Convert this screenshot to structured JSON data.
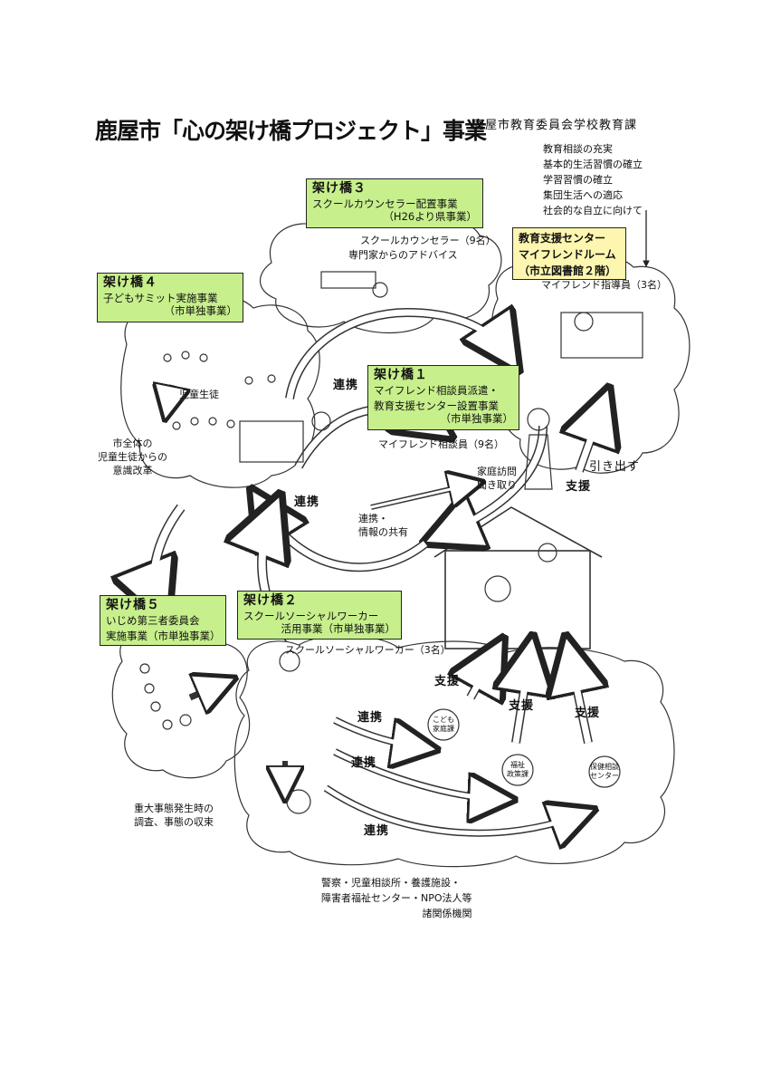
{
  "title": "鹿屋市「心の架け橋プロジェクト」事業",
  "department": "鹿屋市教育委員会学校教育課",
  "goals": [
    "教育相談の充実",
    "基本的生活習慣の確立",
    "学習習慣の確立",
    "集団生活への適応",
    "社会的な自立に向けて"
  ],
  "bridges": {
    "b3": {
      "title": "架け橋３",
      "line1": "スクールカウンセラー配置事業",
      "line2": "（H26より県事業）"
    },
    "b4": {
      "title": "架け橋４",
      "line1": "子どもサミット実施事業",
      "line2": "（市単独事業）"
    },
    "b1": {
      "title": "架け橋１",
      "line1": "マイフレンド相談員派遣・",
      "line2": "教育支援センター設置事業",
      "line3": "（市単独事業）"
    },
    "b5": {
      "title": "架け橋５",
      "line1": "いじめ第三者委員会",
      "line2": "実施事業（市単独事業）"
    },
    "b2": {
      "title": "架け橋２",
      "line1": "スクールソーシャルワーカー",
      "line2": "活用事業（市単独事業）"
    }
  },
  "support_center": {
    "line1": "教育支援センター",
    "line2": "マイフレンドルーム",
    "line3": "（市立図書館２階）"
  },
  "labels": {
    "counselor": "スクールカウンセラー（9名）",
    "advice": "専門家からのアドバイス",
    "mf_instructor": "マイフレンド指導員（3名）",
    "students": "児童生徒",
    "awareness": [
      "市全体の",
      "児童生徒からの",
      "意識改革"
    ],
    "mf_consultant": "マイフレンド相談員（9名）",
    "home_visit": [
      "家庭訪問",
      "聞き取り"
    ],
    "draw_out": "引き出す",
    "share": [
      "連携・",
      "情報の共有"
    ],
    "ssw": "スクールソーシャルワーカー（3名）",
    "serious": [
      "重大事態発生時の",
      "調査、事態の収束"
    ],
    "agencies": [
      "警察・児童相談所・養護施設・",
      "障害者福祉センター・NPO法人等",
      "諸関係機関"
    ],
    "kodomo": [
      "こども",
      "家庭課"
    ],
    "fukushi": [
      "福祉",
      "政策課"
    ],
    "hoken": [
      "保健相談",
      "センター"
    ]
  },
  "links": {
    "renkei": "連携",
    "shien": "支援"
  }
}
